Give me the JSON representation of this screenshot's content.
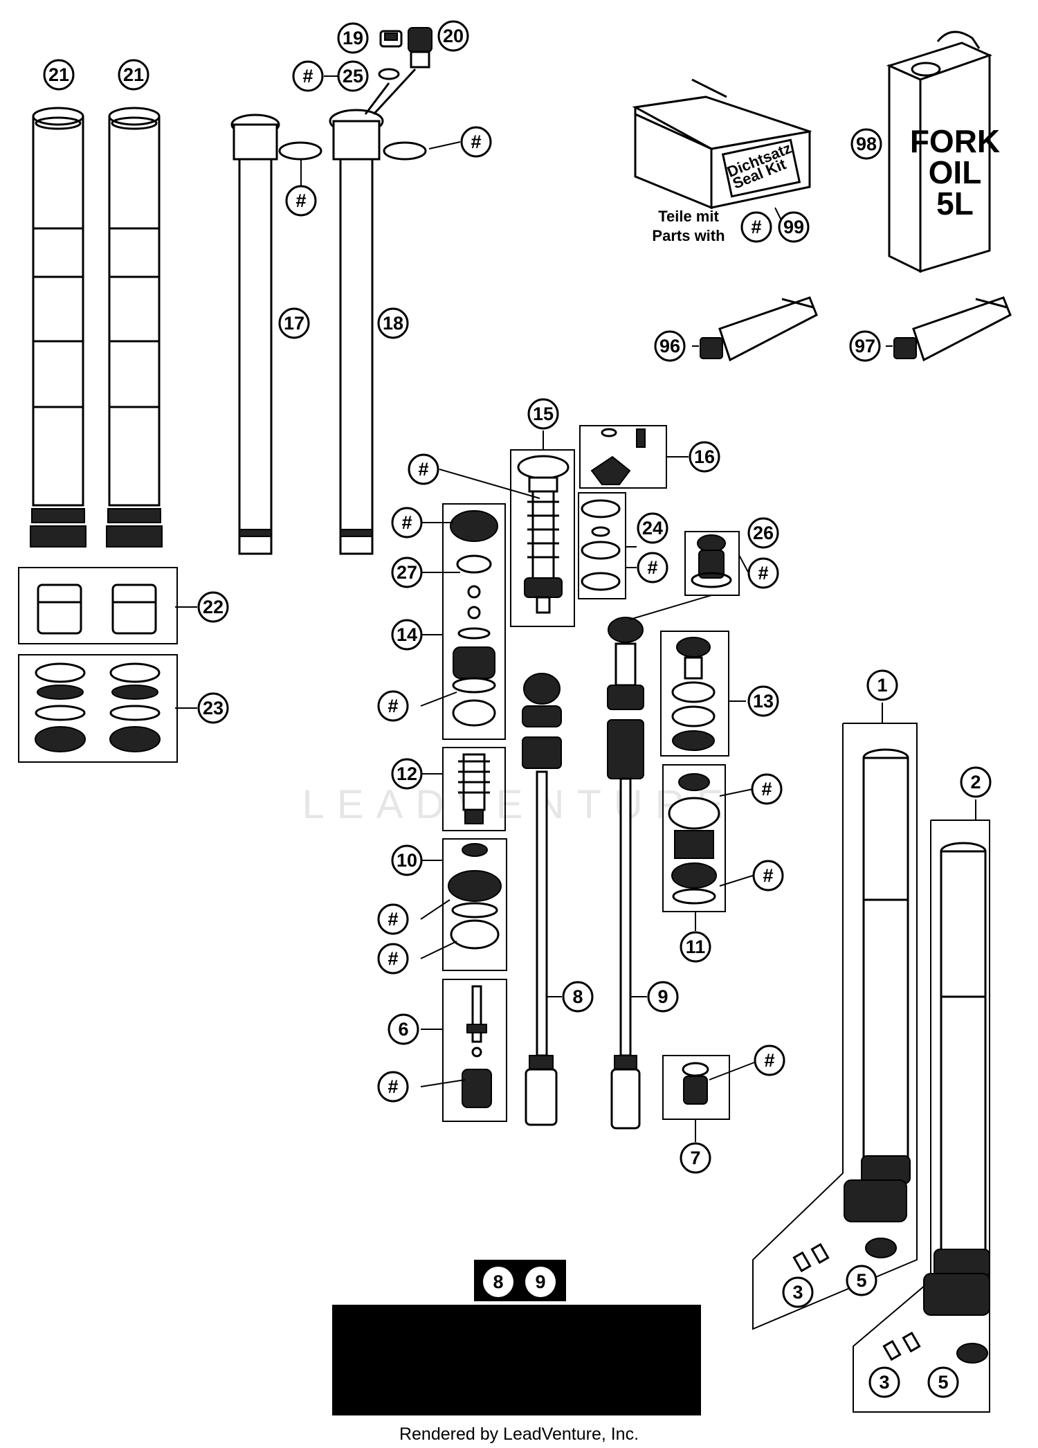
{
  "diagram": {
    "callouts": {
      "c19": "19",
      "c20": "20",
      "c25": "25",
      "c25hash": "#",
      "c21a": "21",
      "c21b": "21",
      "c17": "17",
      "c18": "18",
      "c17hash": "#",
      "c18hash": "#",
      "c22": "22",
      "c23": "23",
      "c99hash": "#",
      "c99": "99",
      "c98": "98",
      "c96": "96",
      "c97": "97",
      "c15": "15",
      "c16": "16",
      "c15hash": "#",
      "c24": "24",
      "c24hash": "#",
      "c26": "26",
      "c26hash": "#",
      "c14hash1": "#",
      "c27": "27",
      "c14": "14",
      "c14hash2": "#",
      "c12": "12",
      "c13": "13",
      "c10": "10",
      "c10hash1": "#",
      "c10hash2": "#",
      "c6": "6",
      "c6hash": "#",
      "c8": "8",
      "c9": "9",
      "c11hash1": "#",
      "c11hash2": "#",
      "c11": "11",
      "c7hash": "#",
      "c7": "7",
      "c1": "1",
      "c2": "2",
      "c3a": "3",
      "c5a": "5",
      "c3b": "3",
      "c5b": "5",
      "black_8": "8",
      "black_9": "9"
    },
    "seal_kit_box": {
      "line1": "Dichtsatz",
      "line2": "Seal Kit"
    },
    "parts_note": {
      "line1": "Teile mit",
      "line2": "Parts with"
    },
    "oil_can": {
      "line1": "FORK",
      "line2": "OIL",
      "line3": "5L"
    },
    "watermark": "LEADVENTURE",
    "footer": "Rendered by LeadVenture, Inc."
  }
}
